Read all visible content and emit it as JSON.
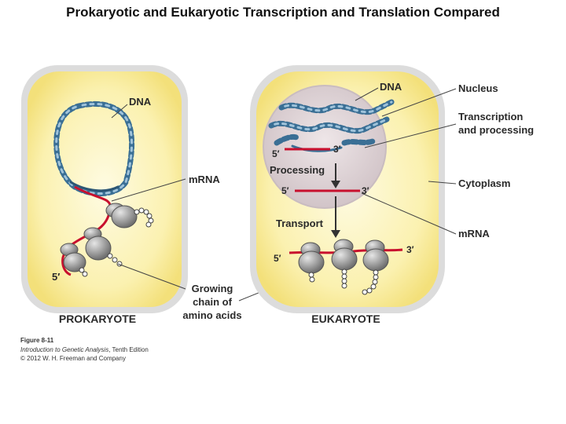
{
  "title": "Prokaryotic and Eukaryotic Transcription and Translation Compared",
  "labels": {
    "prok_dna": "DNA",
    "prok_mrna": "mRNA",
    "prok_five": "5′",
    "growing_1": "Growing",
    "growing_2": "chain of",
    "growing_3": "amino acids",
    "prokaryote": "PROKARYOTE",
    "euk_dna": "DNA",
    "nucleus": "Nucleus",
    "transcription_1": "Transcription",
    "transcription_2": "and processing",
    "cytoplasm": "Cytoplasm",
    "euk_mrna": "mRNA",
    "processing": "Processing",
    "transport": "Transport",
    "five_a": "5′",
    "three_a": "3′",
    "five_b": "5′",
    "three_b": "3′",
    "five_c": "5′",
    "three_c": "3′",
    "eukaryote": "EUKARYOTE"
  },
  "credit": {
    "figure": "Figure 8-11",
    "book": "Introduction to Genetic Analysis",
    "edition": ", Tenth Edition",
    "copyright": "© 2012 W. H. Freeman and Company"
  },
  "colors": {
    "cell_fill": "#f8ec9c",
    "cell_inner": "#fdf7cf",
    "cell_border": "#d9d9d9",
    "nucleus_fill": "#dcd0d3",
    "dna_blue": "#3a6f95",
    "mrna_red": "#c8102e",
    "ribosome": "#8a8a8a"
  }
}
